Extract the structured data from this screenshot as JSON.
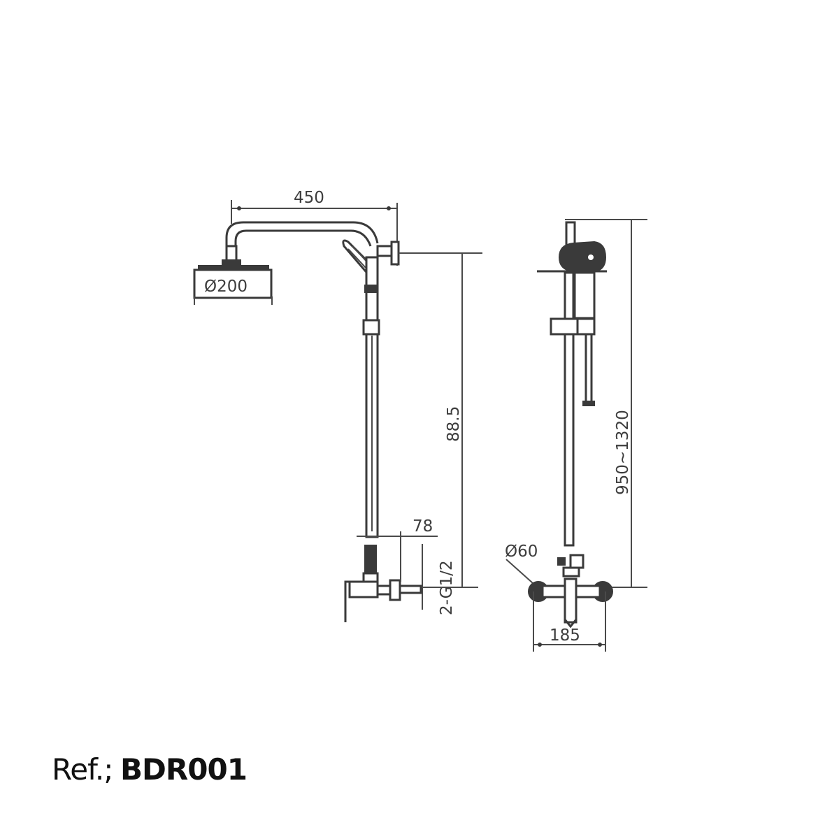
{
  "drawing": {
    "type": "technical-drawing",
    "subject": "shower column with overhead shower and hand shower",
    "views": [
      "side-view",
      "front-view"
    ],
    "dimensions": {
      "arm_length": "450",
      "head_diameter": "Ø200",
      "column_height": "88.5",
      "mixer_offset": "78",
      "inlet_thread": "2-G1/2",
      "height_range": "950~1320",
      "escutcheon_diameter": "Ø60",
      "inlet_centers": "185"
    },
    "line_color": "#3a3a3a",
    "background": "#ffffff"
  },
  "reference": {
    "label": "Ref.;",
    "code": "BDR001"
  }
}
